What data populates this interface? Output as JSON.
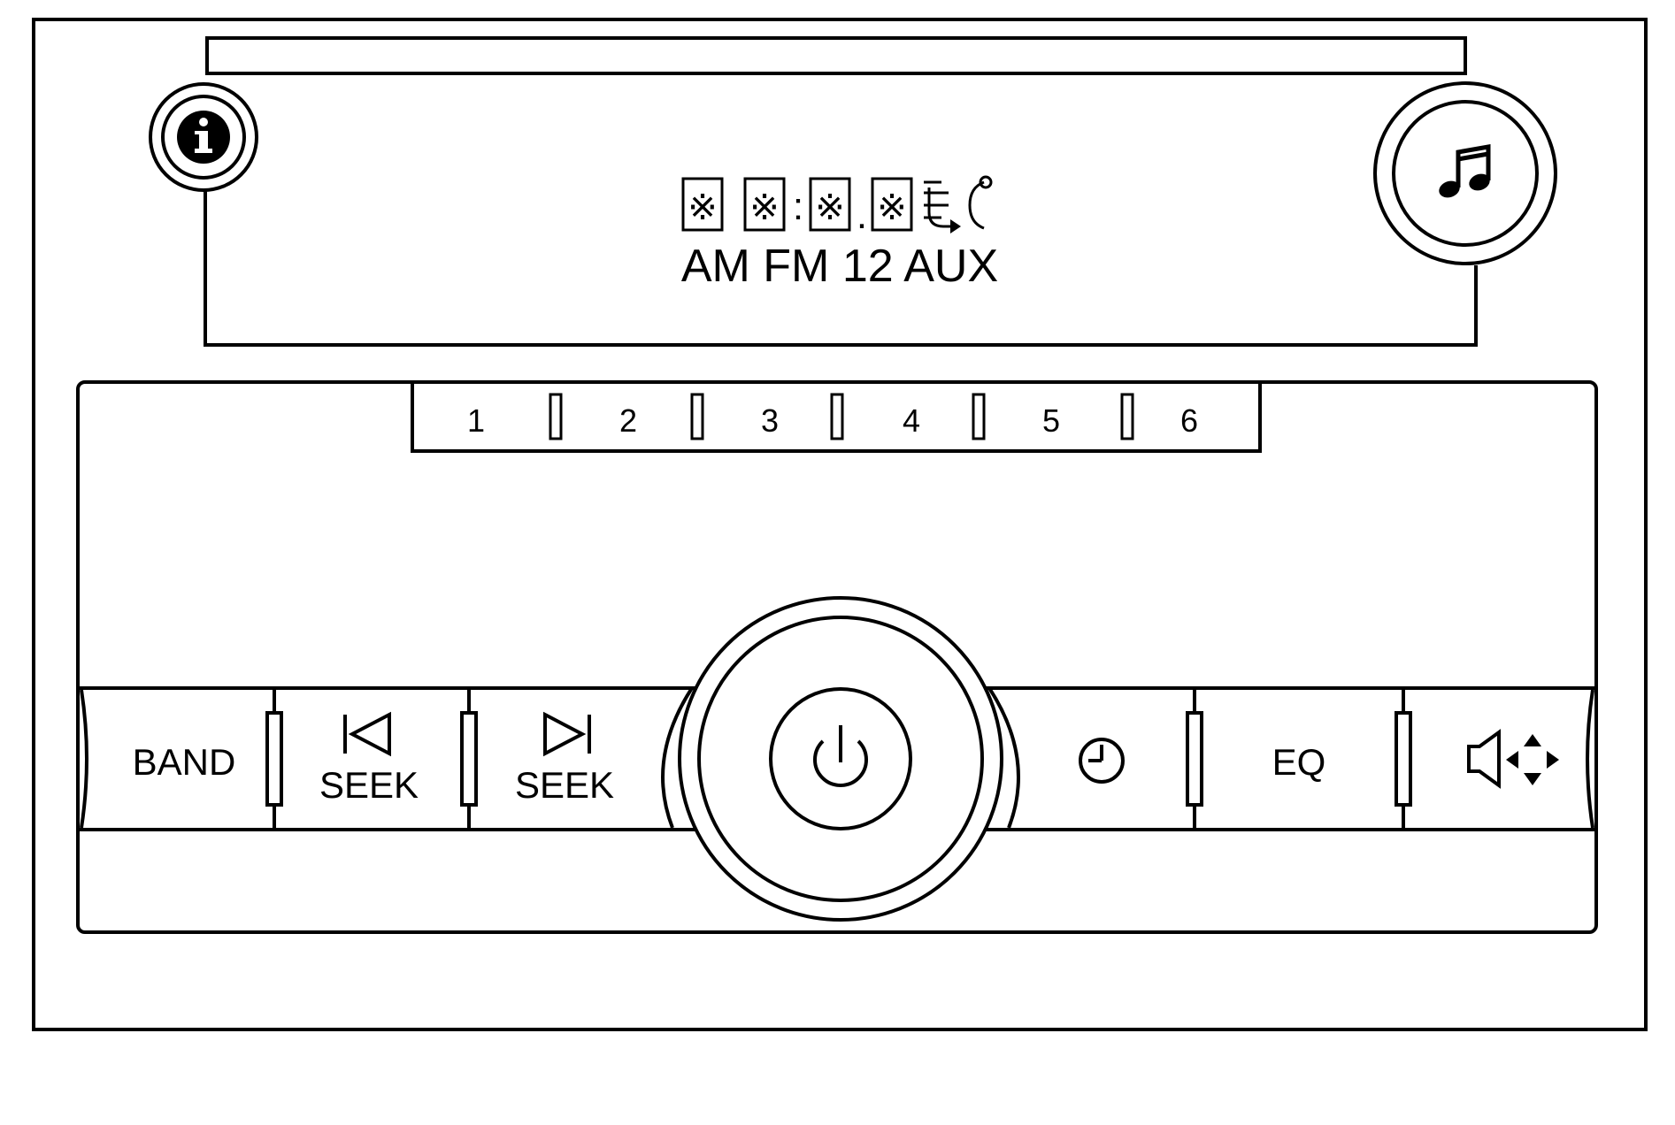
{
  "display": {
    "segment_glyphs": [
      "※",
      "※",
      "※",
      "※"
    ],
    "separators": [
      ":",
      "."
    ],
    "status_line": "AM FM 12 AUX"
  },
  "presets": [
    "1",
    "2",
    "3",
    "4",
    "5",
    "6"
  ],
  "buttons": {
    "band": "BAND",
    "seek_back": "SEEK",
    "seek_forward": "SEEK",
    "eq": "EQ"
  },
  "icons": {
    "info": "info-icon",
    "music": "music-note-icon",
    "power": "power-icon",
    "clock": "clock-icon",
    "seek_back": "skip-back-icon",
    "seek_forward": "skip-forward-icon",
    "audio": "speaker-arrows-icon"
  }
}
